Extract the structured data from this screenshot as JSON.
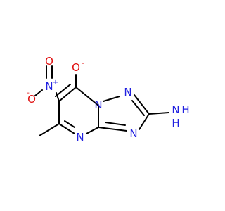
{
  "atoms": {
    "ring_n1": "N",
    "ring_n2": "N",
    "ring_n3": "N",
    "ring_n4": "N",
    "amino_n": "N",
    "amino_h1": "H",
    "amino_h2": "H",
    "oxide_o": "O",
    "oxide_charge": "-",
    "nitro_n": "N",
    "nitro_n_charge": "+",
    "nitro_o1": "O",
    "nitro_o2": "O",
    "nitro_o2_charge": "-"
  },
  "colors": {
    "carbon": "#000000",
    "nitrogen": "#2020e0",
    "oxygen": "#e01010"
  }
}
